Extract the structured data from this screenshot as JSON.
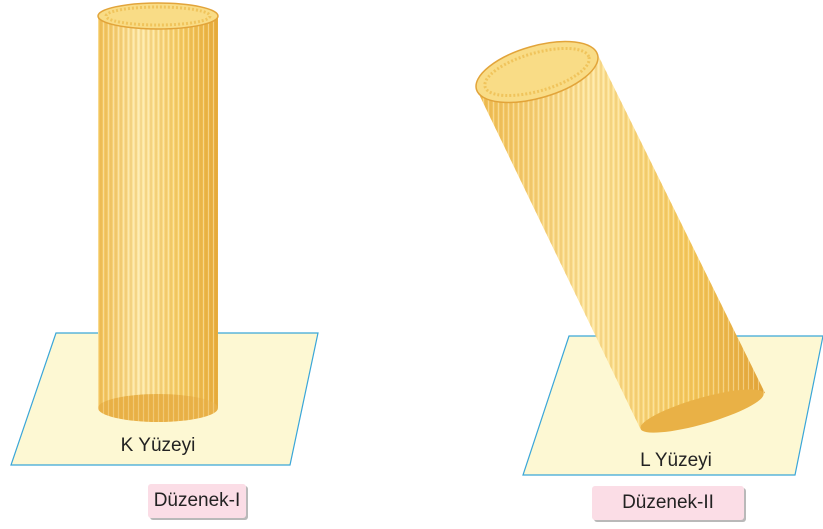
{
  "setups": [
    {
      "surface_label": "K Yüzeyi",
      "caption": "Düzenek-I"
    },
    {
      "surface_label": "L Yüzeyi",
      "caption": "Düzenek-II"
    }
  ],
  "colors": {
    "surface_fill": "#fdf8d3",
    "surface_edge": "#3aa6d8",
    "straw_light": "#fde9a6",
    "straw_mid": "#f6c95a",
    "straw_dark": "#e3a52f",
    "caption_bg": "#fbdde6"
  }
}
